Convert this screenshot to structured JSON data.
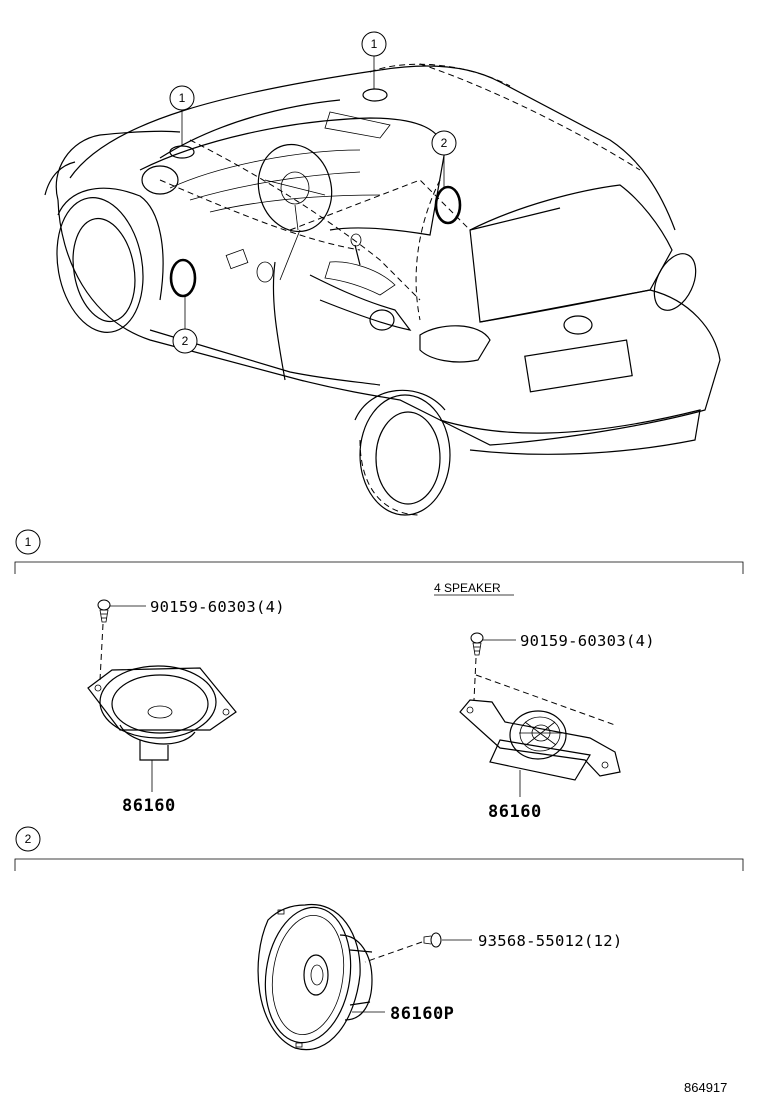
{
  "callouts": {
    "one": "1",
    "two": "2"
  },
  "section1": {
    "number": "1",
    "variant_label": "4 SPEAKER",
    "left_screw_part": "90159-60303(4)",
    "left_speaker_part": "86160",
    "right_screw_part": "90159-60303(4)",
    "right_speaker_part": "86160"
  },
  "section2": {
    "number": "2",
    "screw_part": "93568-55012(12)",
    "speaker_part": "86160P"
  },
  "figure_id": "864917"
}
